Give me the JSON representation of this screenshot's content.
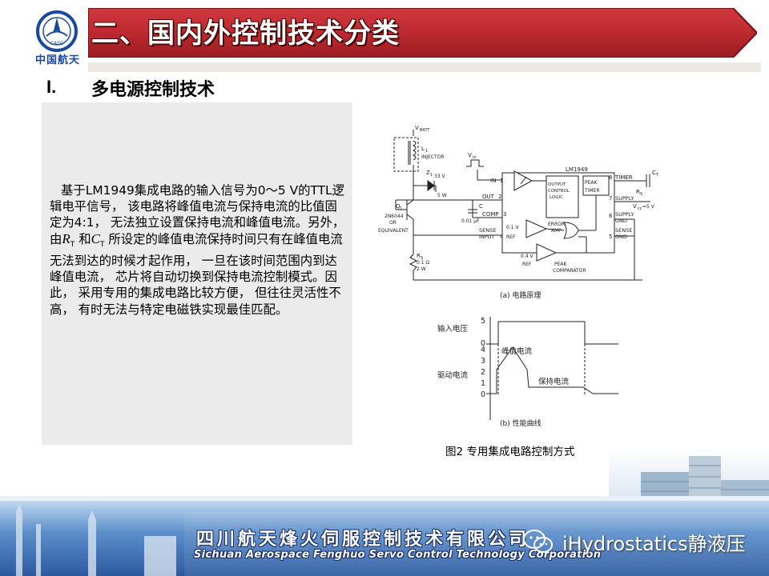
{
  "header": {
    "logo_text": "中国航天",
    "logo_ring_text": "CASC",
    "title": "二、国内外控制技术分类",
    "title_bar_color": "#b8282e"
  },
  "section": {
    "number": "I.",
    "title": "多电源控制技术"
  },
  "body": {
    "seg1": "基于LM1949集成电路的输入信号为0～5 V的TTL逻辑电平信号， 该电路将峰值电流与保持电流的比值固定为4:1， 无法独立设置保持电流和峰值电流。另外， 由",
    "r_sym": "R",
    "r_sub": "T",
    "and_text": " 和",
    "c_sym": "C",
    "c_sub": "T",
    "seg2": " 所设定的峰值电流保持时间只有在峰值电流无法到达的时候才起作用， 一旦在该时间范围内到达峰值电流， 芯片将自动切换到保持电流控制模式。因此， 采用专用的集成电路比较方便， 但往往灵活性不高， 有时无法与特定电磁铁实现最佳匹配。"
  },
  "figure": {
    "circuit": {
      "vbatt": "V",
      "vbatt_sub": "BATT",
      "l1": "L",
      "l1_sub": "1",
      "injector": "INJECTOR",
      "vin": "V",
      "vin_sub": "in",
      "z1": "Z",
      "z1_sub": "1",
      "z1_val1": "33 V",
      "z1_val2": "5 W",
      "q1": "Q",
      "q1_sub": "1",
      "q1_part": "2N6044",
      "q1_or": "OR",
      "q1_equiv": "EQUIVALENT",
      "chip": "LM1949",
      "pin_in": "IN",
      "pin_in_no": "1",
      "pin_out": "OUT",
      "pin_out_no": "2",
      "pin_comp": "COMP",
      "pin_comp_no": "3",
      "comp_cap": "C",
      "comp_cap_val": "0.01 μF",
      "sense_input_1": "SENSE",
      "sense_input_2": "INPUT",
      "sense_input_no": "4",
      "ref_label": "REF",
      "ref_01": "0.1 V",
      "ref_04": "0.4 V",
      "ref_04_label": "REF",
      "output_block": [
        "OUTPUT",
        "CONTROL",
        "LOGIC"
      ],
      "error_amp": [
        "ERROR",
        "AMP"
      ],
      "peak_timer": [
        "PEAK",
        "TIMER"
      ],
      "peak_comp": [
        "PEAK",
        "COMPARATOR"
      ],
      "pin_timer": "TIMER",
      "pin_timer_no": "8",
      "ct": "C",
      "ct_sub": "T",
      "pin_supply": "SUPPLY",
      "pin_supply_no": "7",
      "rs": "R",
      "rs_sub": "S",
      "vcc": "V",
      "vcc_sub": "cc",
      "vcc_val": "=5 V",
      "pin_supply_gnd": [
        "SUPPLY",
        "GND"
      ],
      "pin_supply_gnd_no": "6",
      "pin_sense_gnd": [
        "SENSE",
        "GND"
      ],
      "pin_sense_gnd_no": "5",
      "rsense": "R",
      "rsense_sub": "S",
      "rsense_val1": "0.1 Ω",
      "rsense_val2": "2 W",
      "caption": "(a) 电路原理"
    },
    "waveform": {
      "input_label": "输入电压",
      "input_tick": "5",
      "input_tick0": "0",
      "drive_label": "驱动电流",
      "drive_ticks": [
        "4",
        "3",
        "2",
        "1",
        "0"
      ],
      "peak_label": "峰值电流",
      "hold_label": "保持电流",
      "caption": "(b) 性能曲线"
    },
    "caption": "图2 专用集成电路控制方式"
  },
  "footer": {
    "company_cn": "四川航天烽火伺服控制技术有限公司",
    "company_en": "Sichuan Aerospace Fenghuo Servo Control Technology Corporation",
    "watermark": "iHydrostatics静液压"
  }
}
